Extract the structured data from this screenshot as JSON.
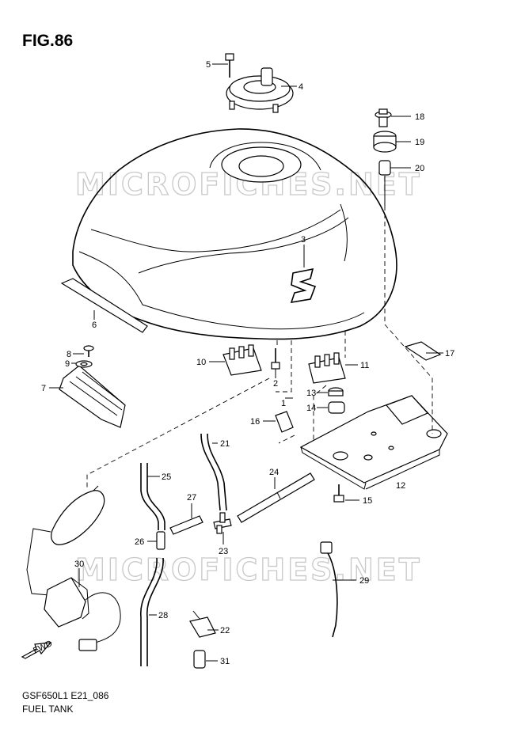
{
  "figure": {
    "title": "FIG.86",
    "code": "GSF650L1 E21_086",
    "name": "FUEL TANK"
  },
  "watermark": "MICROFICHES.NET",
  "fwd_label": "FWD",
  "callouts": {
    "c1": "1",
    "c2": "2",
    "c3": "3",
    "c4": "4",
    "c5": "5",
    "c6": "6",
    "c7": "7",
    "c8": "8",
    "c9": "9",
    "c10": "10",
    "c11": "11",
    "c12": "12",
    "c13": "13",
    "c14": "14",
    "c15": "15",
    "c16": "16",
    "c17": "17",
    "c18": "18",
    "c19": "19",
    "c20": "20",
    "c21": "21",
    "c22": "22",
    "c23": "23",
    "c24": "24",
    "c25": "25",
    "c26": "26",
    "c27": "27",
    "c28": "28",
    "c29": "29",
    "c30": "30",
    "c31": "31"
  },
  "colors": {
    "line": "#000000",
    "watermark": "#c8c8c8",
    "background": "#ffffff"
  }
}
